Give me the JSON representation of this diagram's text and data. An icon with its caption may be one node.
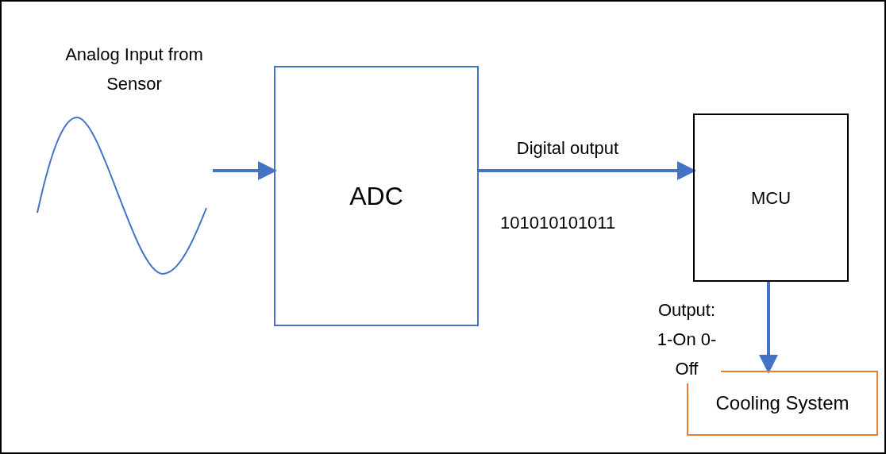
{
  "diagram": {
    "nodes": [
      {
        "text": [
          "Analog Input from Sensor"
        ]
      },
      {
        "text": [
          "ADC"
        ]
      },
      {
        "text": [
          "MCU"
        ]
      },
      {
        "text": [
          "Cooling System"
        ]
      }
    ],
    "edges": [
      {
        "from": 0,
        "to": 1,
        "arrow": "to"
      },
      {
        "from": 1,
        "to": 2,
        "arrow": "to",
        "label": "Digital output"
      },
      {
        "from": 2,
        "to": 3,
        "arrow": "to",
        "label": "Output: 1-On 0-Off"
      }
    ],
    "labels": [
      "101010101011"
    ]
  }
}
